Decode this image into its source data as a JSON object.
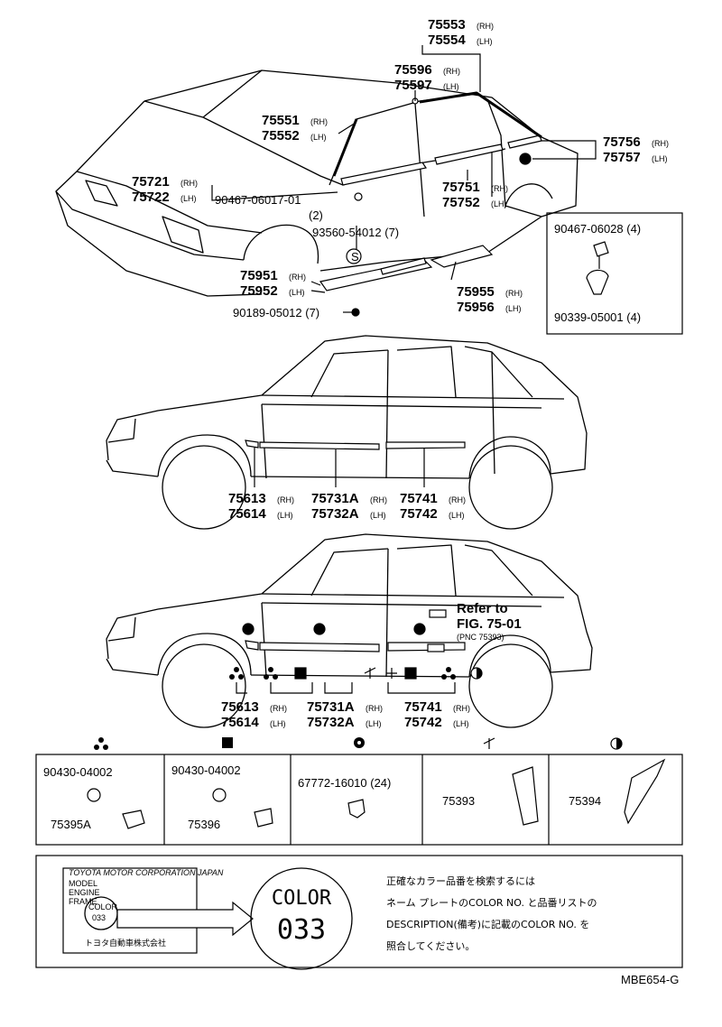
{
  "labels": {
    "p75553": "75553",
    "p75554": "75554",
    "p75596": "75596",
    "p75597": "75597",
    "p75551": "75551",
    "p75552": "75552",
    "p75721": "75721",
    "p75722": "75722",
    "p90467a": "90467-06017-01",
    "p90467a_qty": "(2)",
    "p93560": "93560-54012 (7)",
    "p75751": "75751",
    "p75752": "75752",
    "p75756": "75756",
    "p75757": "75757",
    "p90467b": "90467-06028 (4)",
    "p90339": "90339-05001 (4)",
    "p75951": "75951",
    "p75952": "75952",
    "p75955": "75955",
    "p75956": "75956",
    "p90189": "90189-05012 (7)",
    "p75613": "75613",
    "p75614": "75614",
    "p75731A": "75731A",
    "p75732A": "75732A",
    "p75741": "75741",
    "p75742": "75742",
    "p75613b": "75613",
    "p75614b": "75614",
    "p75731Ab": "75731A",
    "p75732Ab": "75732A",
    "p75741b": "75741",
    "p75742b": "75742",
    "refer1": "Refer to",
    "refer2": "FIG. 75-01",
    "refer3": "(PNC 75393)",
    "rh": "(RH)",
    "lh": "(LH)",
    "s_mark": "S"
  },
  "table": {
    "c1_part1": "90430-04002",
    "c1_part2": "75395A",
    "c2_part1": "90430-04002",
    "c2_part2": "75396",
    "c3_part1": "67772-16010 (24)",
    "c4_part1": "75393",
    "c5_part1": "75394"
  },
  "plate": {
    "company": "TOYOTA MOTOR CORPORATION JAPAN",
    "f1": "MODEL",
    "f2": "ENGINE",
    "f3": "FRAME",
    "color_label": "COLOR",
    "color_no": "033",
    "jp_company": "トヨタ自動車株式会社",
    "big_color": "COLOR",
    "big_no": "033",
    "note1": "正確なカラー品番を検索するには",
    "note2": "ネーム プレートのCOLOR NO. と品番リストの",
    "note3": "DESCRIPTION(備考)に記載のCOLOR NO. を",
    "note4": "照合してください。"
  },
  "footer": {
    "code": "MBE654-G"
  }
}
